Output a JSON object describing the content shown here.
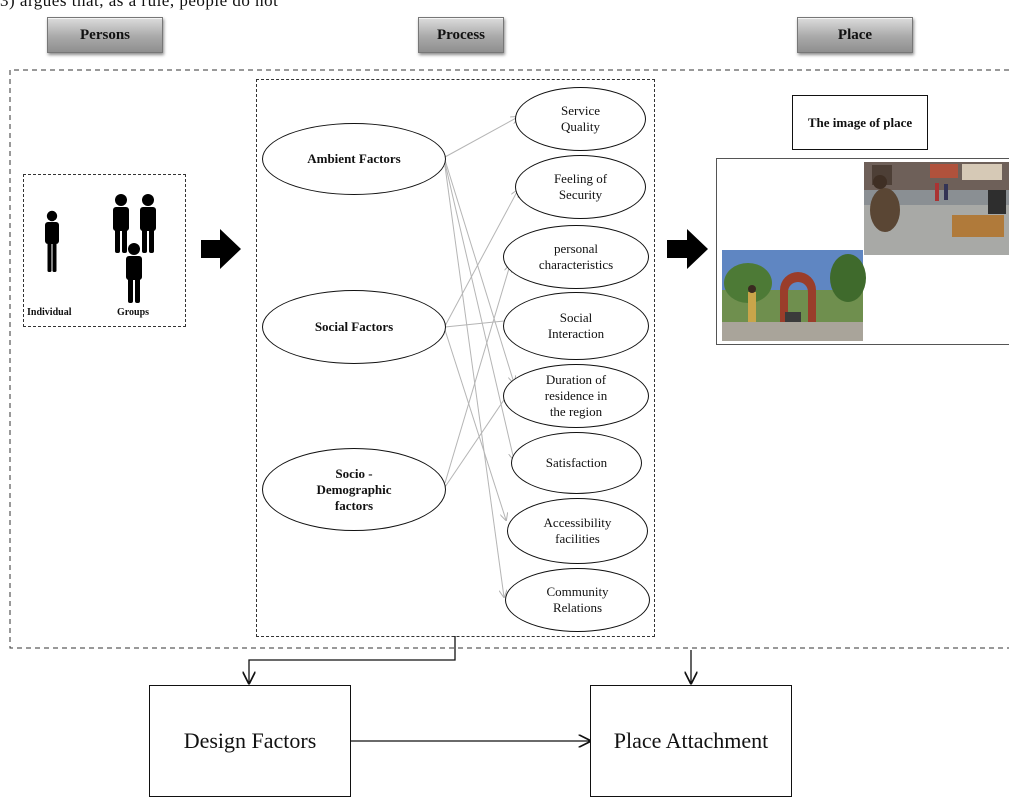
{
  "top_text": "3) argues that, as a rule, people do not",
  "headers": {
    "persons": "Persons",
    "process": "Process",
    "place": "Place"
  },
  "persons": {
    "individual": "Individual",
    "groups": "Groups"
  },
  "left_factors": [
    {
      "line1": "Ambient Factors",
      "line2": "",
      "line3": ""
    },
    {
      "line1": "Social Factors",
      "line2": "",
      "line3": ""
    },
    {
      "line1": "Socio -",
      "line2": "Demographic",
      "line3": "factors"
    }
  ],
  "right_factors": [
    {
      "line1": "Service",
      "line2": "Quality",
      "line3": ""
    },
    {
      "line1": "Feeling of",
      "line2": "Security",
      "line3": ""
    },
    {
      "line1": "personal",
      "line2": "characteristics",
      "line3": ""
    },
    {
      "line1": "Social",
      "line2": "Interaction",
      "line3": ""
    },
    {
      "line1": "Duration  of",
      "line2": "residence in",
      "line3": "the region"
    },
    {
      "line1": "Satisfaction",
      "line2": "",
      "line3": ""
    },
    {
      "line1": "Accessibility",
      "line2": "facilities",
      "line3": ""
    },
    {
      "line1": "Community",
      "line2": "Relations",
      "line3": ""
    }
  ],
  "place": {
    "title": "The image of place"
  },
  "outcomes": {
    "design": "Design Factors",
    "attachment": "Place Attachment"
  },
  "colors": {
    "header_fill": "#a9a9a9",
    "connector": "#b5b5b5"
  }
}
